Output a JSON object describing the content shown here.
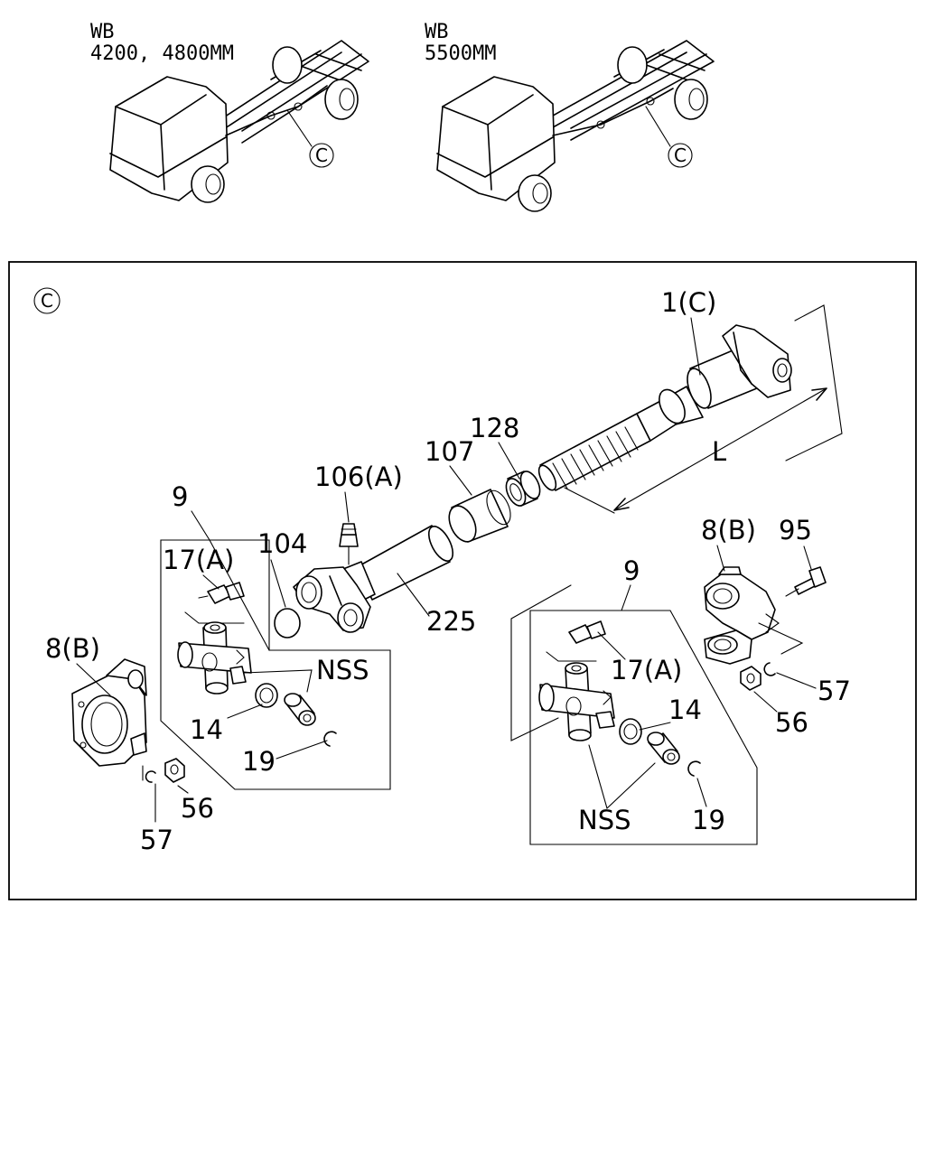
{
  "header_left": {
    "line1": "WB",
    "line2": "4200, 4800MM"
  },
  "header_right": {
    "line1": "WB",
    "line2": "5500MM"
  },
  "view_marker": "C",
  "labels": {
    "shaft_1c": "1(C)",
    "length_l": "L",
    "p128": "128",
    "p107": "107",
    "p106a": "106(A)",
    "p9_left": "9",
    "p104": "104",
    "p225": "225",
    "p17a_left": "17(A)",
    "nss_left": "NSS",
    "p14_left": "14",
    "p19_left": "19",
    "p8b_left": "8(B)",
    "p56_left": "56",
    "p57_left": "57",
    "p9_right": "9",
    "p17a_right": "17(A)",
    "p14_right": "14",
    "nss_right": "NSS",
    "p19_right": "19",
    "p8b_right": "8(B)",
    "p95": "95",
    "p57_right": "57",
    "p56_right": "56"
  }
}
